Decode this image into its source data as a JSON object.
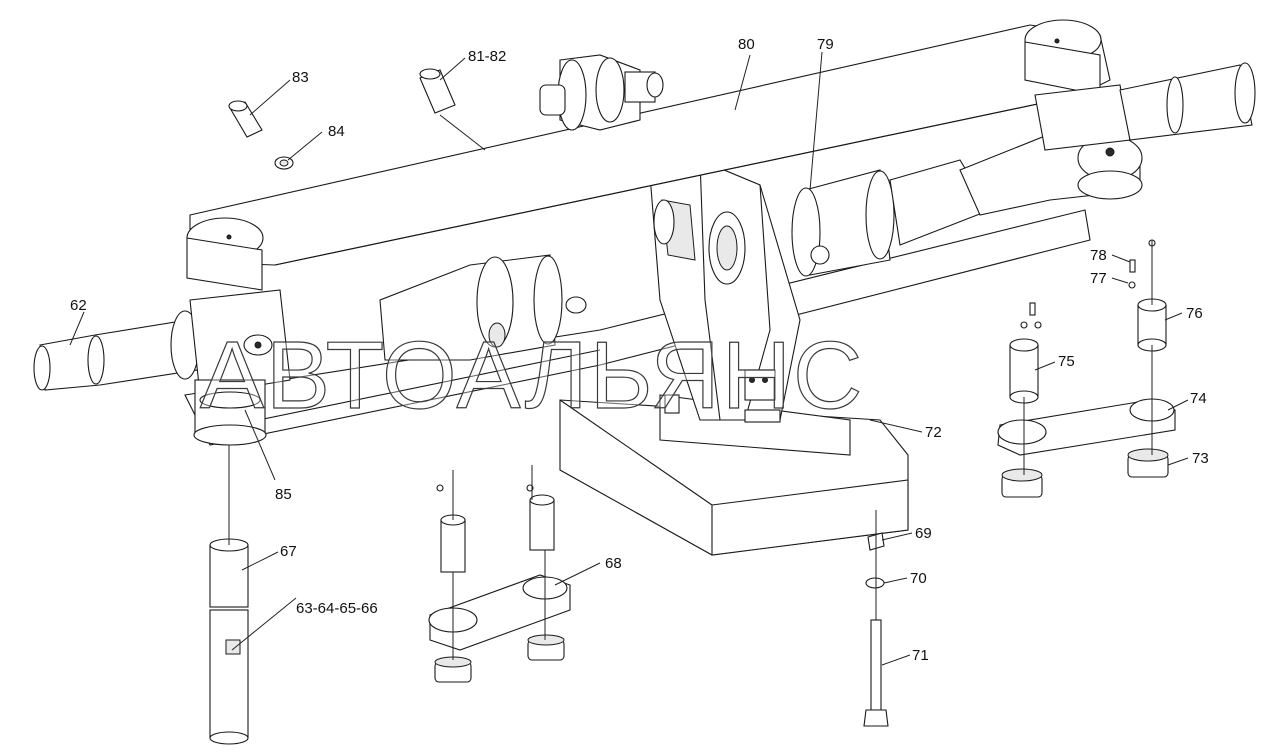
{
  "watermark": "АВТОАЛЬЯНС",
  "labels": {
    "l62": "62",
    "l63_66": "63-64-65-66",
    "l67": "67",
    "l68": "68",
    "l69": "69",
    "l70": "70",
    "l71": "71",
    "l72": "72",
    "l73": "73",
    "l74": "74",
    "l75": "75",
    "l76": "76",
    "l77": "77",
    "l78": "78",
    "l79": "79",
    "l80": "80",
    "l81_82": "81-82",
    "l83": "83",
    "l84": "84",
    "l85": "85"
  }
}
